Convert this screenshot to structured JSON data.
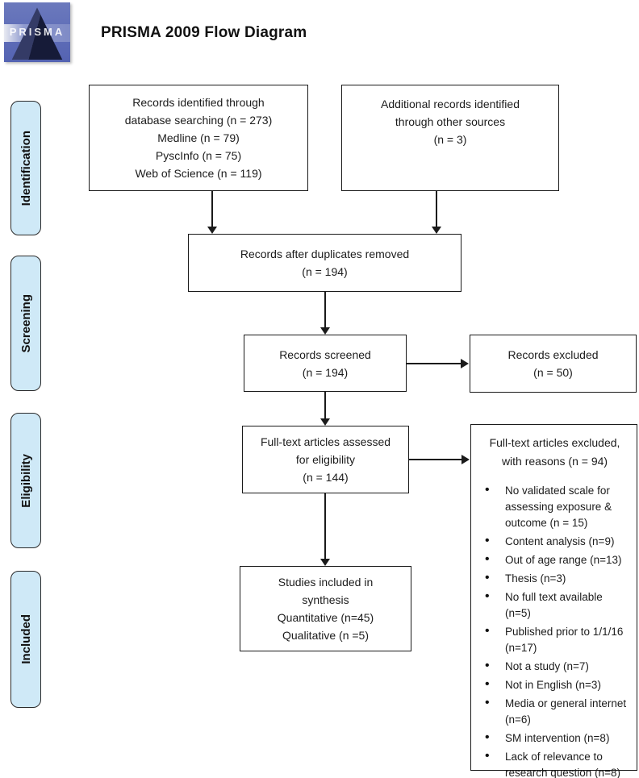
{
  "header": {
    "logo_text": "PRISMA",
    "title": "PRISMA 2009 Flow Diagram"
  },
  "sidebar": {
    "identification": "Identification",
    "screening": "Screening",
    "eligibility": "Eligibility",
    "included": "Included"
  },
  "boxes": {
    "identified": {
      "lines": [
        "Records identified through",
        "database searching (n = 273)",
        "Medline (n = 79)",
        "PyscInfo (n = 75)",
        "Web of Science (n = 119)"
      ]
    },
    "additional": {
      "lines": [
        "Additional records identified",
        "through other sources",
        "(n = 3)"
      ]
    },
    "duplicates": {
      "lines": [
        "Records after duplicates removed",
        "(n = 194)"
      ]
    },
    "screened": {
      "lines": [
        "Records screened",
        "(n = 194)"
      ]
    },
    "excluded": {
      "lines": [
        "Records excluded",
        "(n = 50)"
      ]
    },
    "fulltext": {
      "lines": [
        "Full-text articles assessed",
        "for eligibility",
        "(n = 144)"
      ]
    },
    "reasons": {
      "title_lines": [
        "Full-text articles excluded,",
        "with reasons (n = 94)"
      ],
      "bullets": [
        "No validated scale for assessing exposure & outcome (n = 15)",
        "Content analysis (n=9)",
        "Out of age range (n=13)",
        "Thesis (n=3)",
        "No full text available (n=5)",
        "Published prior to 1/1/16 (n=17)",
        "Not a study (n=7)",
        "Not in English (n=3)",
        "Media or general internet (n=6)",
        "SM intervention (n=8)",
        "Lack of relevance to research question (n=8)"
      ]
    },
    "included_synthesis": {
      "lines": [
        "Studies included in",
        "synthesis",
        "Quantitative (n=45)",
        "Qualitative (n =5)"
      ]
    }
  },
  "colors": {
    "stage_fill": "#cfe9f7",
    "line_color": "#1a1a1a",
    "logo_blue": "#5463b2",
    "logo_stripe": "#8f9ace",
    "logo_pyramid": "#161b38"
  }
}
